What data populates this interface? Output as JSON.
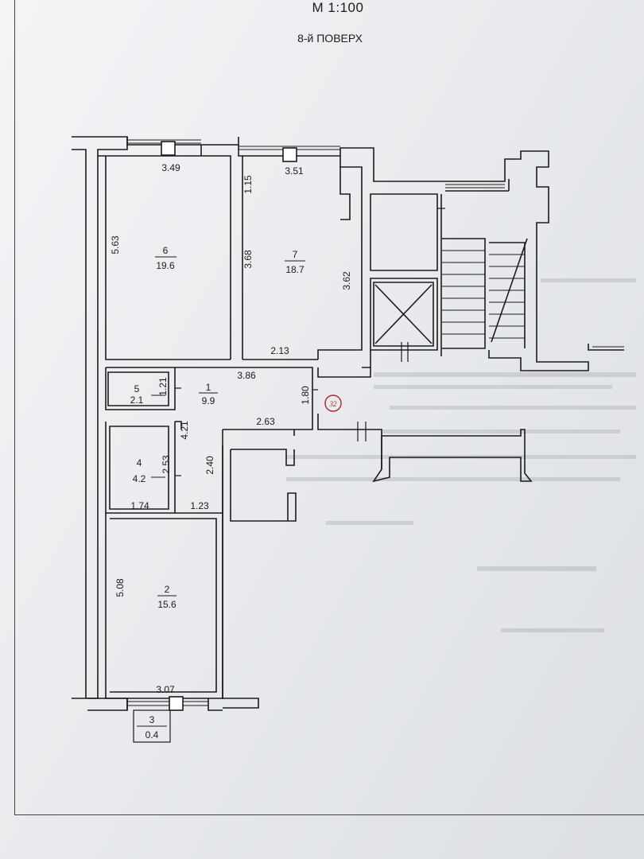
{
  "header": {
    "scale": "М 1:100",
    "floor": "8-й ПОВЕРХ"
  },
  "rooms": [
    {
      "number": "1",
      "area": "9.9"
    },
    {
      "number": "2",
      "area": "15.6"
    },
    {
      "number": "3",
      "area": "0.4"
    },
    {
      "number": "4",
      "area": "4.2"
    },
    {
      "number": "5",
      "area": "2.1"
    },
    {
      "number": "6",
      "area": "19.6"
    },
    {
      "number": "7",
      "area": "18.7"
    }
  ],
  "dimensions": {
    "room6_width": "3.49",
    "room6_length": "5.63",
    "room7_width": "3.51",
    "room7_pier": "1.15",
    "room7_left": "3.68",
    "room7_right": "3.62",
    "room7_bottom": "2.13",
    "hall_top": "3.86",
    "hall_entry": "1.80",
    "hall_bottom": "2.63",
    "hall_left": "4.21",
    "hall_right": "2.40",
    "hall_lower": "1.23",
    "room5_side": "1.21",
    "room4_side": "2.53",
    "room4_bottom": "1.74",
    "room2_length": "5.08",
    "room2_width": "3.07"
  },
  "apartment_number": "32",
  "colors": {
    "ink": "#1c1c1c",
    "stamp": "#b0232b"
  }
}
